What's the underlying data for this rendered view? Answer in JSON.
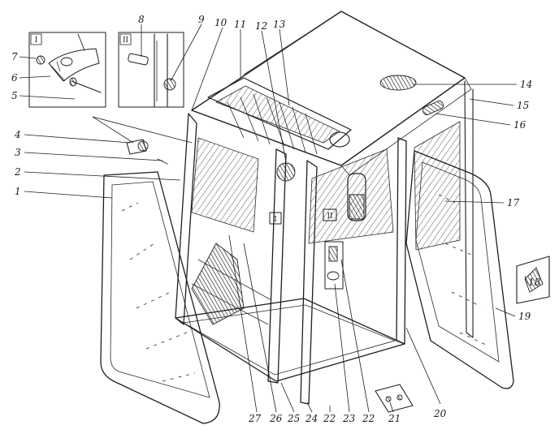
{
  "diagram": {
    "callouts": [
      {
        "id": "c1",
        "text": "1"
      },
      {
        "id": "c2",
        "text": "2"
      },
      {
        "id": "c3",
        "text": "3"
      },
      {
        "id": "c4",
        "text": "4"
      },
      {
        "id": "c5",
        "text": "5"
      },
      {
        "id": "c6",
        "text": "6"
      },
      {
        "id": "c7",
        "text": "7"
      },
      {
        "id": "c8",
        "text": "8"
      },
      {
        "id": "c9",
        "text": "9"
      },
      {
        "id": "c10",
        "text": "10"
      },
      {
        "id": "c11",
        "text": "11"
      },
      {
        "id": "c12",
        "text": "12"
      },
      {
        "id": "c13",
        "text": "13"
      },
      {
        "id": "c14",
        "text": "14"
      },
      {
        "id": "c15",
        "text": "15"
      },
      {
        "id": "c16",
        "text": "16"
      },
      {
        "id": "c17",
        "text": "17"
      },
      {
        "id": "c18",
        "text": "18"
      },
      {
        "id": "c19",
        "text": "19"
      },
      {
        "id": "c20",
        "text": "20"
      },
      {
        "id": "c21",
        "text": "21"
      },
      {
        "id": "c22a",
        "text": "22"
      },
      {
        "id": "c22b",
        "text": "22"
      },
      {
        "id": "c23",
        "text": "23"
      },
      {
        "id": "c24",
        "text": "24"
      },
      {
        "id": "c25",
        "text": "25"
      },
      {
        "id": "c26",
        "text": "26"
      },
      {
        "id": "c27",
        "text": "27"
      }
    ],
    "detail_markers": [
      {
        "id": "inset-I",
        "text": "I"
      },
      {
        "id": "inset-II",
        "text": "II"
      },
      {
        "id": "marker-I",
        "text": "I"
      },
      {
        "id": "marker-II",
        "text": "II"
      }
    ]
  }
}
